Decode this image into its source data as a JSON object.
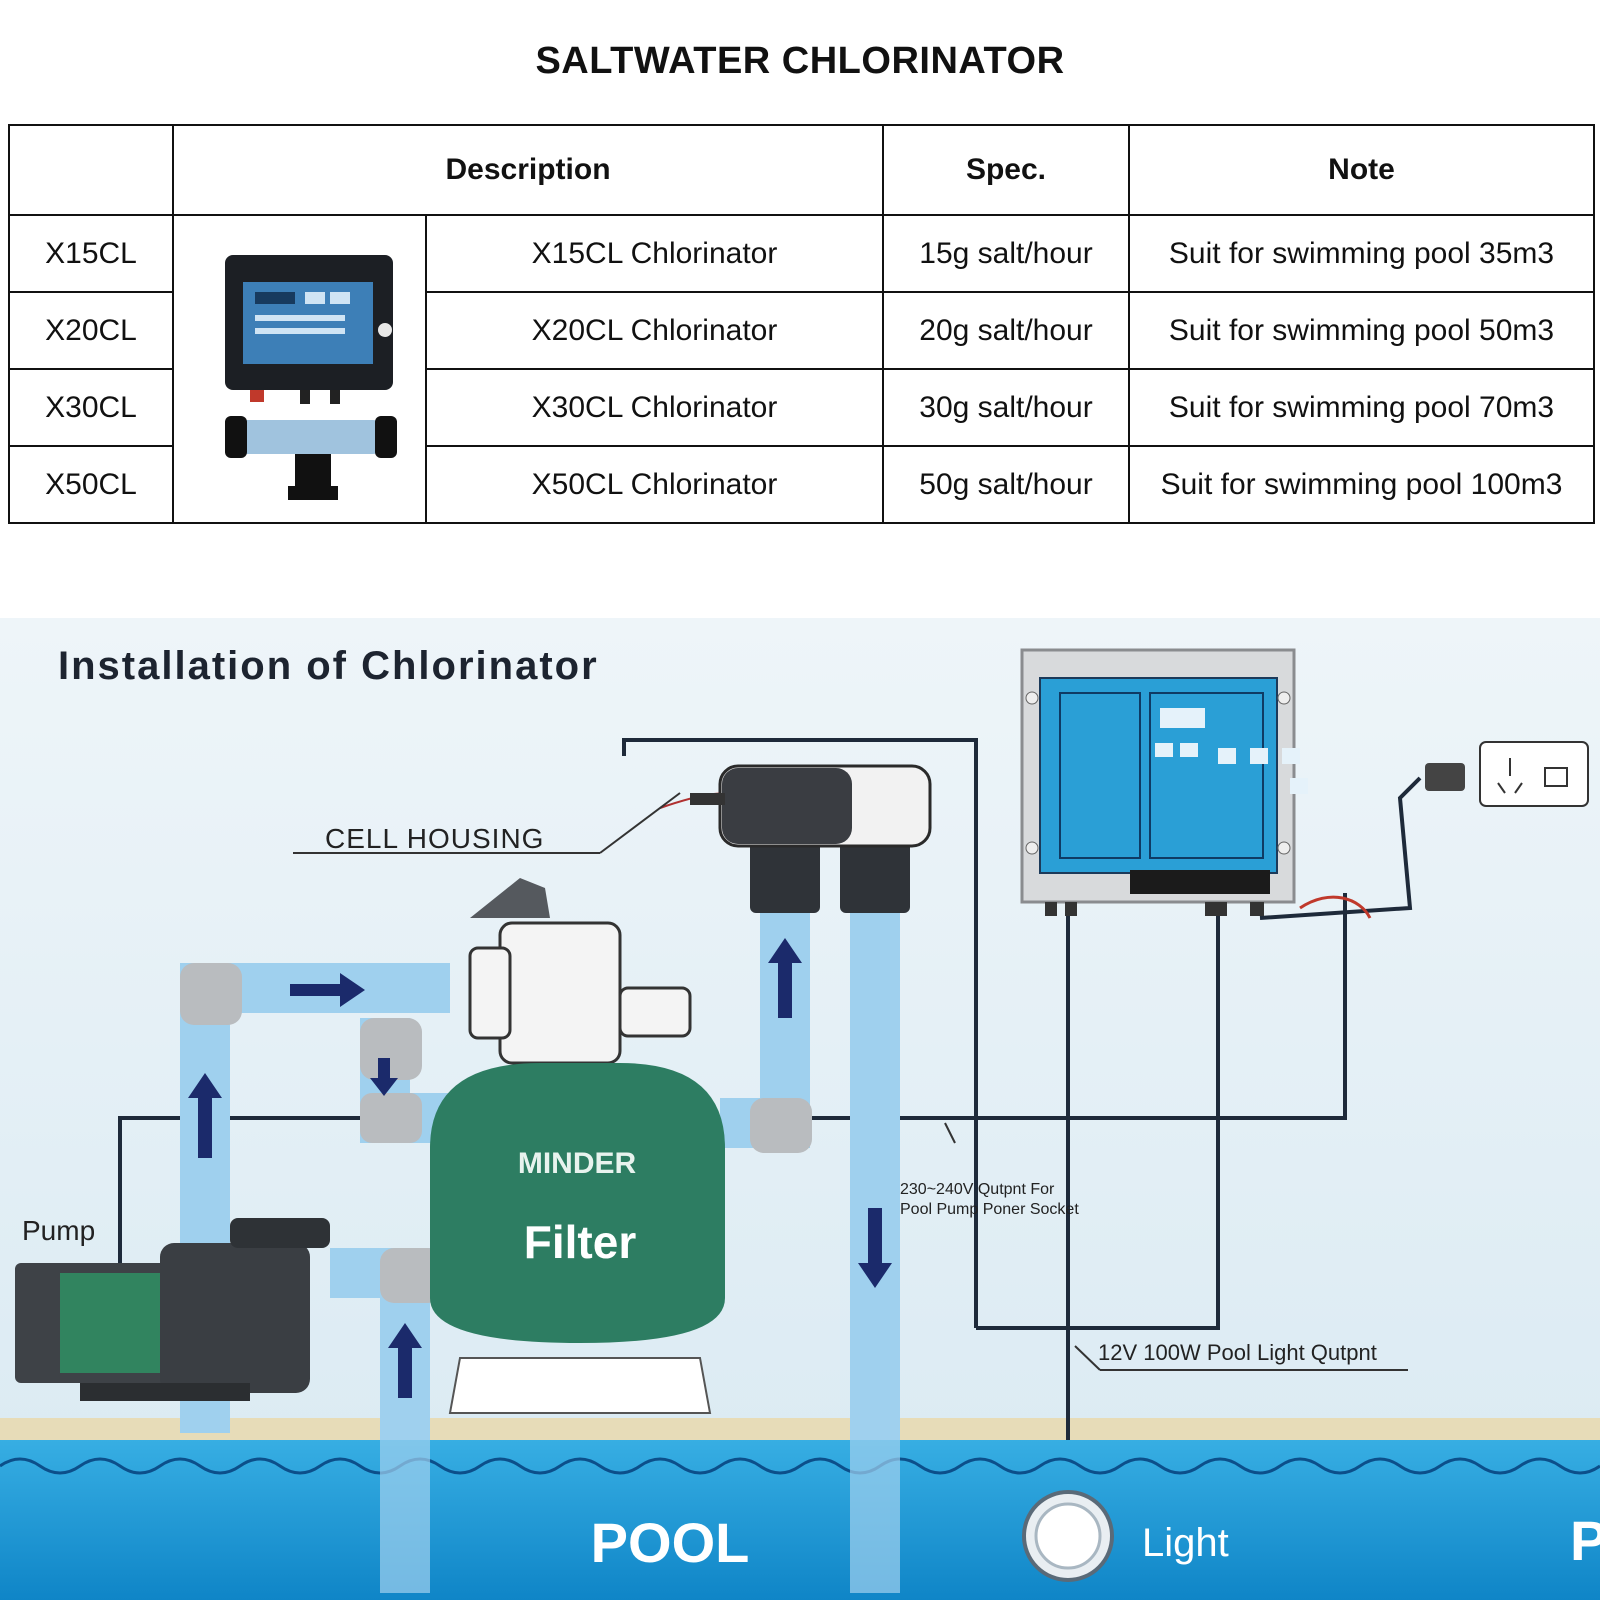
{
  "title": "SALTWATER CHLORINATOR",
  "table": {
    "headers": {
      "model": "",
      "description": "Description",
      "spec": "Spec.",
      "note": "Note"
    },
    "rows": [
      {
        "model": "X15CL",
        "description": "X15CL Chlorinator",
        "spec": "15g salt/hour",
        "note": "Suit for swimming pool 35m3"
      },
      {
        "model": "X20CL",
        "description": "X20CL Chlorinator",
        "spec": "20g salt/hour",
        "note": "Suit for swimming pool 50m3"
      },
      {
        "model": "X30CL",
        "description": "X30CL Chlorinator",
        "spec": "30g salt/hour",
        "note": "Suit for swimming pool 70m3"
      },
      {
        "model": "X50CL",
        "description": "X50CL  Chlorinator",
        "spec": "50g salt/hour",
        "note": "Suit for swimming pool 100m3"
      }
    ]
  },
  "diagram": {
    "title": "Installation of Chlorinator",
    "labels": {
      "cell_housing": "CELL HOUSING",
      "pump": "Pump",
      "filter_brand": "MINDER",
      "filter": "Filter",
      "outlet_line1": "230~240V Qutpnt For",
      "outlet_line2": "Pool Pump Poner Socket",
      "light_outlet": "12V 100W Pool Light Qutpnt",
      "pool": "POOL",
      "light": "Light",
      "pool_edge": "P"
    },
    "colors": {
      "sky": "#e9f2f7",
      "pipe": "#9fd0ee",
      "filter": "#2d7d62",
      "pool": "#1f9bd6",
      "panel": "#2a9fd6",
      "arrow": "#1b2a6b"
    }
  }
}
